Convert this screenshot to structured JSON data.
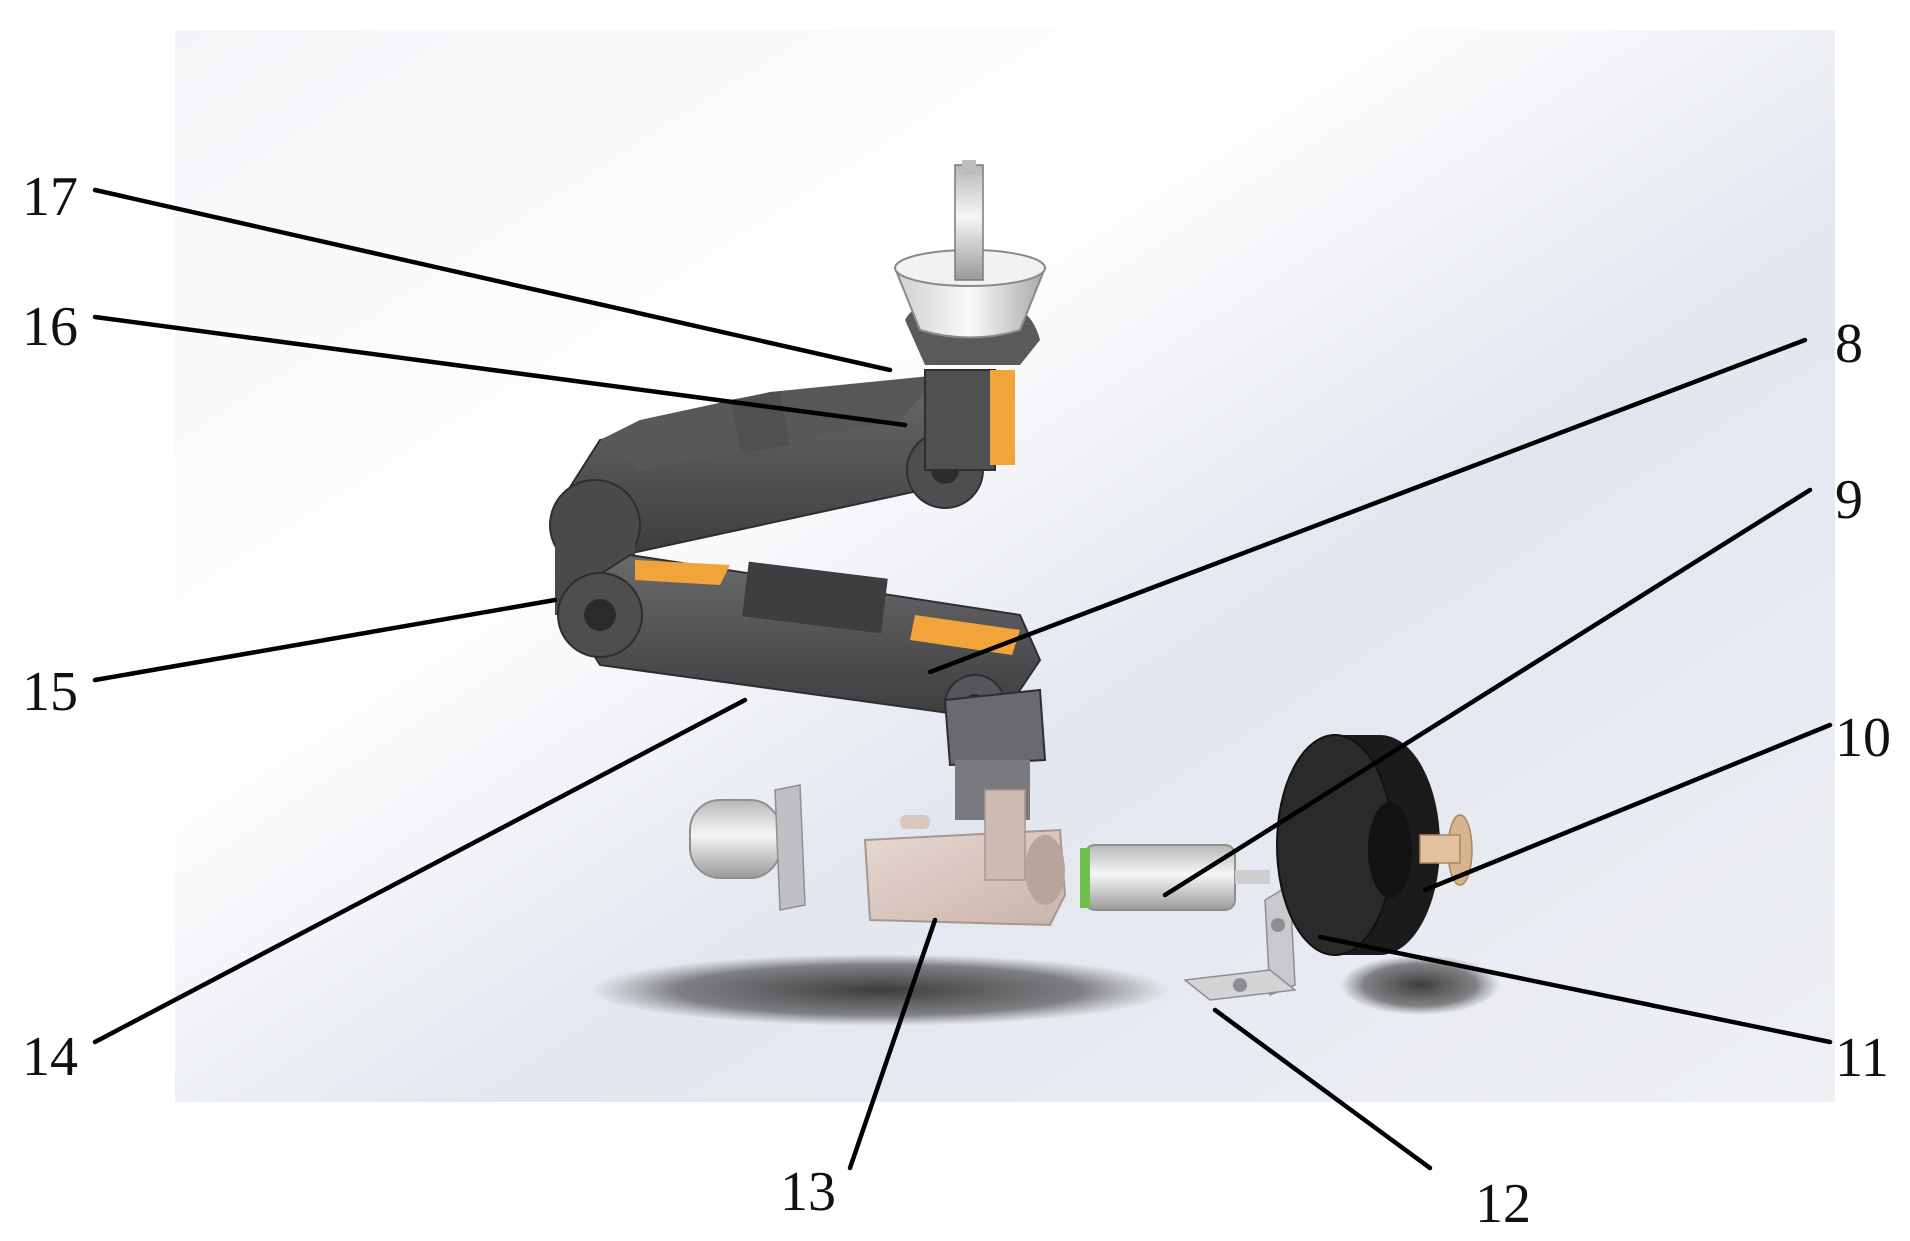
{
  "callouts": [
    {
      "id": "8",
      "label": "8"
    },
    {
      "id": "9",
      "label": "9"
    },
    {
      "id": "10",
      "label": "10"
    },
    {
      "id": "11",
      "label": "11"
    },
    {
      "id": "12",
      "label": "12"
    },
    {
      "id": "13",
      "label": "13"
    },
    {
      "id": "14",
      "label": "14"
    },
    {
      "id": "15",
      "label": "15"
    },
    {
      "id": "16",
      "label": "16"
    },
    {
      "id": "17",
      "label": "17"
    }
  ],
  "colors": {
    "arm_dark": "#4a4a4c",
    "arm_mid": "#5e5e61",
    "accent_orange": "#f0a43a",
    "base_block": "#d9c8c2",
    "motor_silver": "#d8d8d8",
    "tire_black": "#1b1b1b",
    "hub_tan": "#d8b48e",
    "bracket_grey": "#c9c9cc",
    "background_grey": "#e9ecf2",
    "leader_line": "#000000"
  }
}
